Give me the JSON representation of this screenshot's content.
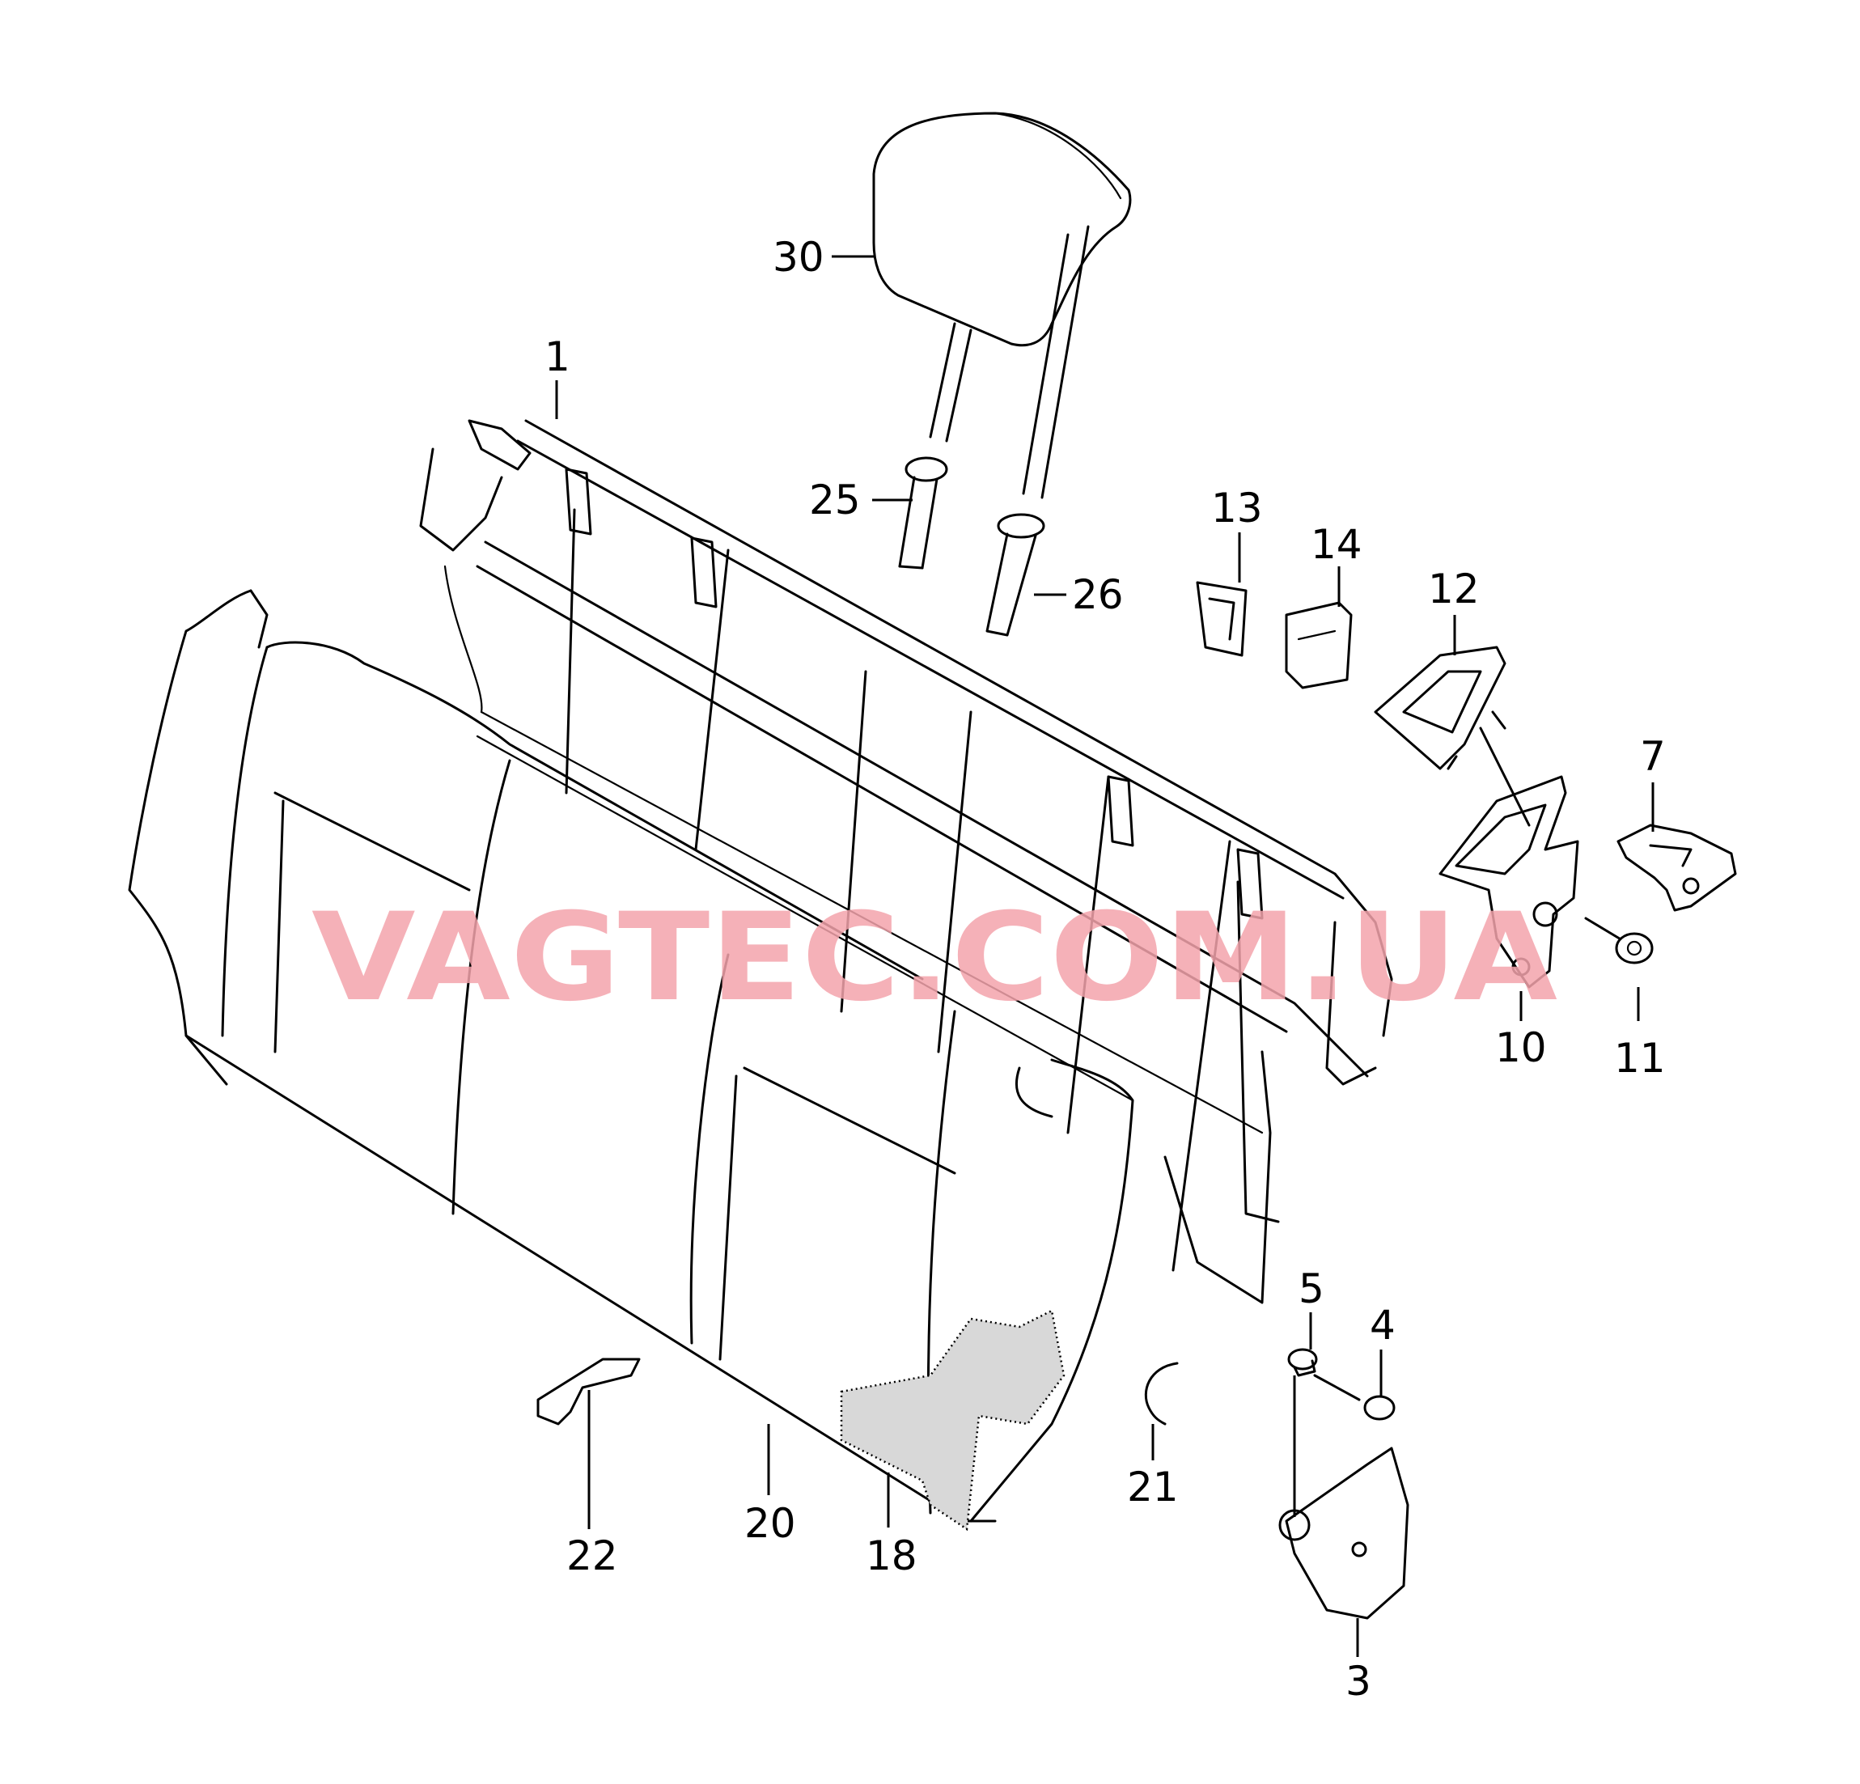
{
  "watermark": "VAGTEC.COM.UA",
  "callouts": {
    "c1": "1",
    "c3": "3",
    "c4": "4",
    "c5": "5",
    "c7": "7",
    "c10": "10",
    "c11": "11",
    "c12": "12",
    "c13": "13",
    "c14": "14",
    "c18": "18",
    "c20": "20",
    "c21": "21",
    "c22": "22",
    "c25": "25",
    "c26": "26",
    "c30": "30"
  },
  "colors": {
    "line": "#000000",
    "watermark": "#f3a3ac",
    "background": "#ffffff"
  }
}
